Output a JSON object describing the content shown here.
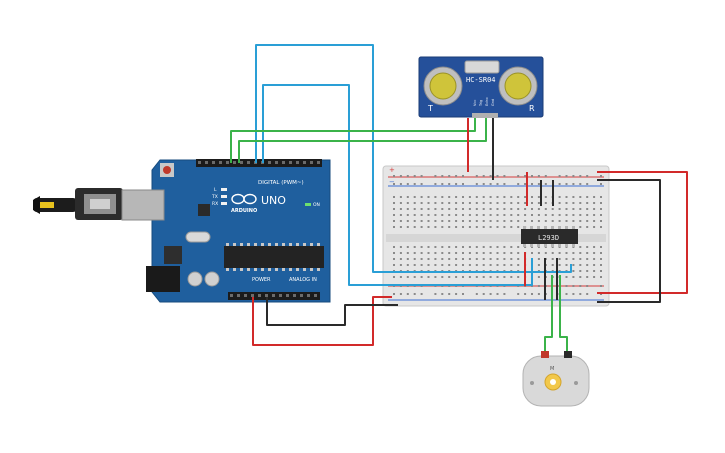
{
  "arduino": {
    "model": "UNO",
    "brand": "ARDUINO",
    "digital_header": "DIGITAL (PWM~)",
    "power_header": "POWER",
    "analog_header": "ANALOG IN",
    "on_label": "ON",
    "led_labels": [
      "L",
      "TX",
      "RX"
    ],
    "board_color": "#1f5f9e"
  },
  "sensor": {
    "name": "HC-SR04",
    "left_mark": "T",
    "right_mark": "R",
    "pins": [
      "Vcc",
      "Trig",
      "Echo",
      "Gnd"
    ]
  },
  "driver_chip": {
    "label": "L293D"
  },
  "motor": {
    "label": "M"
  },
  "breadboard": {
    "plus": "+",
    "minus": "−"
  },
  "wire_colors": {
    "red": "#d22a2a",
    "black": "#2a2a2a",
    "green": "#3bb34a",
    "blue": "#2a9fd6"
  }
}
